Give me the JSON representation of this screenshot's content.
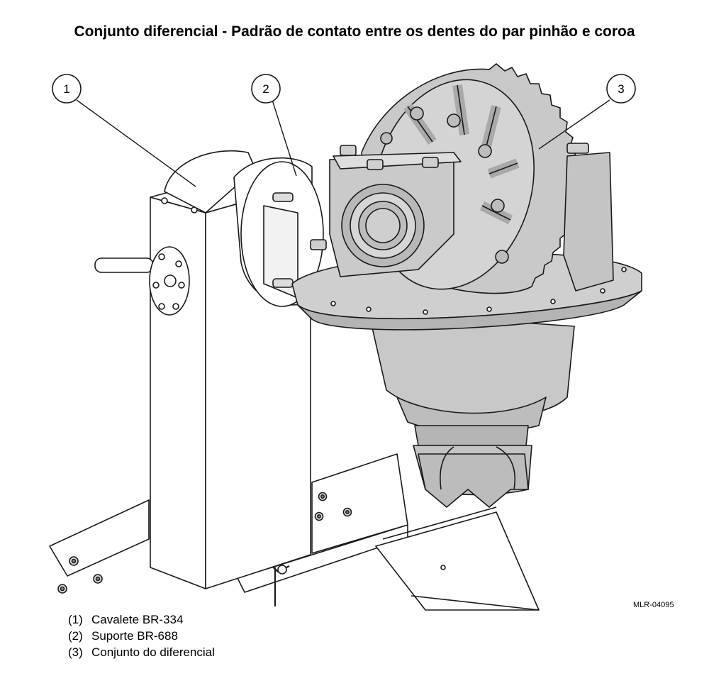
{
  "title": "Conjunto diferencial - Padrão de contato entre os dentes do par pinhão e coroa",
  "callouts": [
    {
      "number": "1",
      "label": "Cavalete BR-334"
    },
    {
      "number": "2",
      "label": "Suporte BR-688"
    },
    {
      "number": "3",
      "label": "Conjunto do diferencial"
    }
  ],
  "legend": [
    {
      "num": "(1)",
      "text": "Cavalete BR-334"
    },
    {
      "num": "(2)",
      "text": "Suporte BR-688"
    },
    {
      "num": "(3)",
      "text": "Conjunto do diferencial"
    }
  ],
  "figure_ref": "MLR-04095",
  "colors": {
    "part_fill": "#c8c8c8",
    "part_dark": "#9a9a9a",
    "line": "#1a1a1a",
    "stand_fill": "#ffffff"
  }
}
